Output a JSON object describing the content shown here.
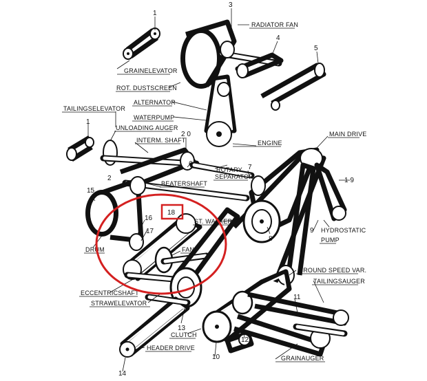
{
  "labels": {
    "grain_elevator": "GRAINELEVATOR",
    "rot_dustscreen": "ROT. DUSTSCREEN",
    "alternator": "ALTERNATOR",
    "waterpump": "WATERPUMP",
    "tailings_elevator": "TAILINGSELEVATOR",
    "unloading_auger": "UNLOADING AUGER",
    "interm_shaft": "INTERM. SHAFT",
    "engine": "ENGINE",
    "rotary_separator_1": "ROTARY",
    "rotary_separator_2": "SEPARATOR",
    "radiator_fan": "RADIATOR FAN",
    "main_drive": "MAIN DRIVE",
    "beatershaft": "BEATERSHAFT",
    "st_walkers": "ST. WALKERS",
    "hydrostatic_pump_1": "HYDROSTATIC",
    "hydrostatic_pump_2": "PUMP",
    "fan": "FAN",
    "drum": "DRUM",
    "eccentricshaft": "ECCENTRICSHAFT",
    "strawelevator": "STRAWELEVATOR",
    "ground_speed_var": "GROUND SPEED VAR.",
    "tailingsauger": "TAILINGSAUGER",
    "clutch": "CLUTCH",
    "header_drive": "HEADER DRIVE",
    "grainauger": "GRAINAUGER"
  },
  "numbers": {
    "n1_top": "1",
    "n3": "3",
    "n4": "4",
    "n5": "5",
    "n1_left": "1",
    "n20": "2 0",
    "n2": "2",
    "n6": "6",
    "n7": "7",
    "n19": "1 9",
    "n15": "15",
    "n16": "16",
    "n17": "17",
    "n18": "18",
    "n9": "9",
    "n8": "8",
    "n11": "11",
    "n13": "13",
    "n12": "12",
    "n10": "10",
    "n14": "14"
  },
  "highlight": {
    "box_color": "#d42020",
    "circle_color": "#d42020"
  }
}
